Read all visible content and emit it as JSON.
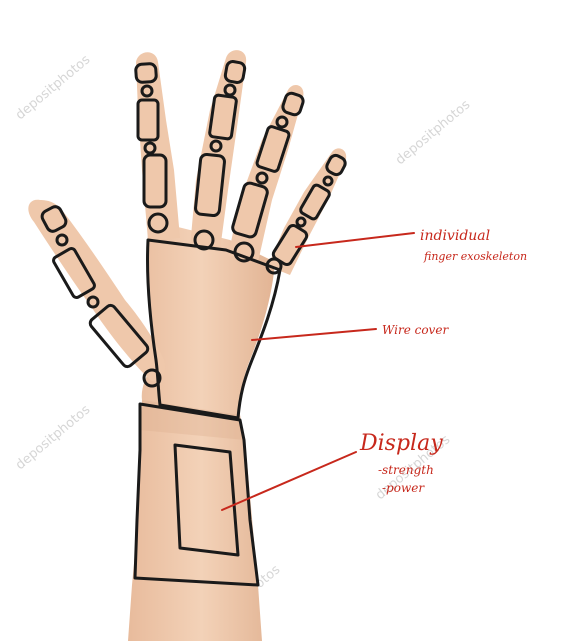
{
  "watermark": "depositphotos",
  "annotations": {
    "finger": {
      "line1": "individual",
      "line2": "finger exoskeleton"
    },
    "wire": {
      "label": "Wire cover"
    },
    "display": {
      "label": "Display",
      "item1": "-strength",
      "item2": "-power"
    }
  },
  "colors": {
    "skin": "#efc8ab",
    "skin_shadow": "#dcae8e",
    "outline": "#1a1a1a",
    "annotation": "#c7281c",
    "watermark": "#d6d6d6"
  }
}
